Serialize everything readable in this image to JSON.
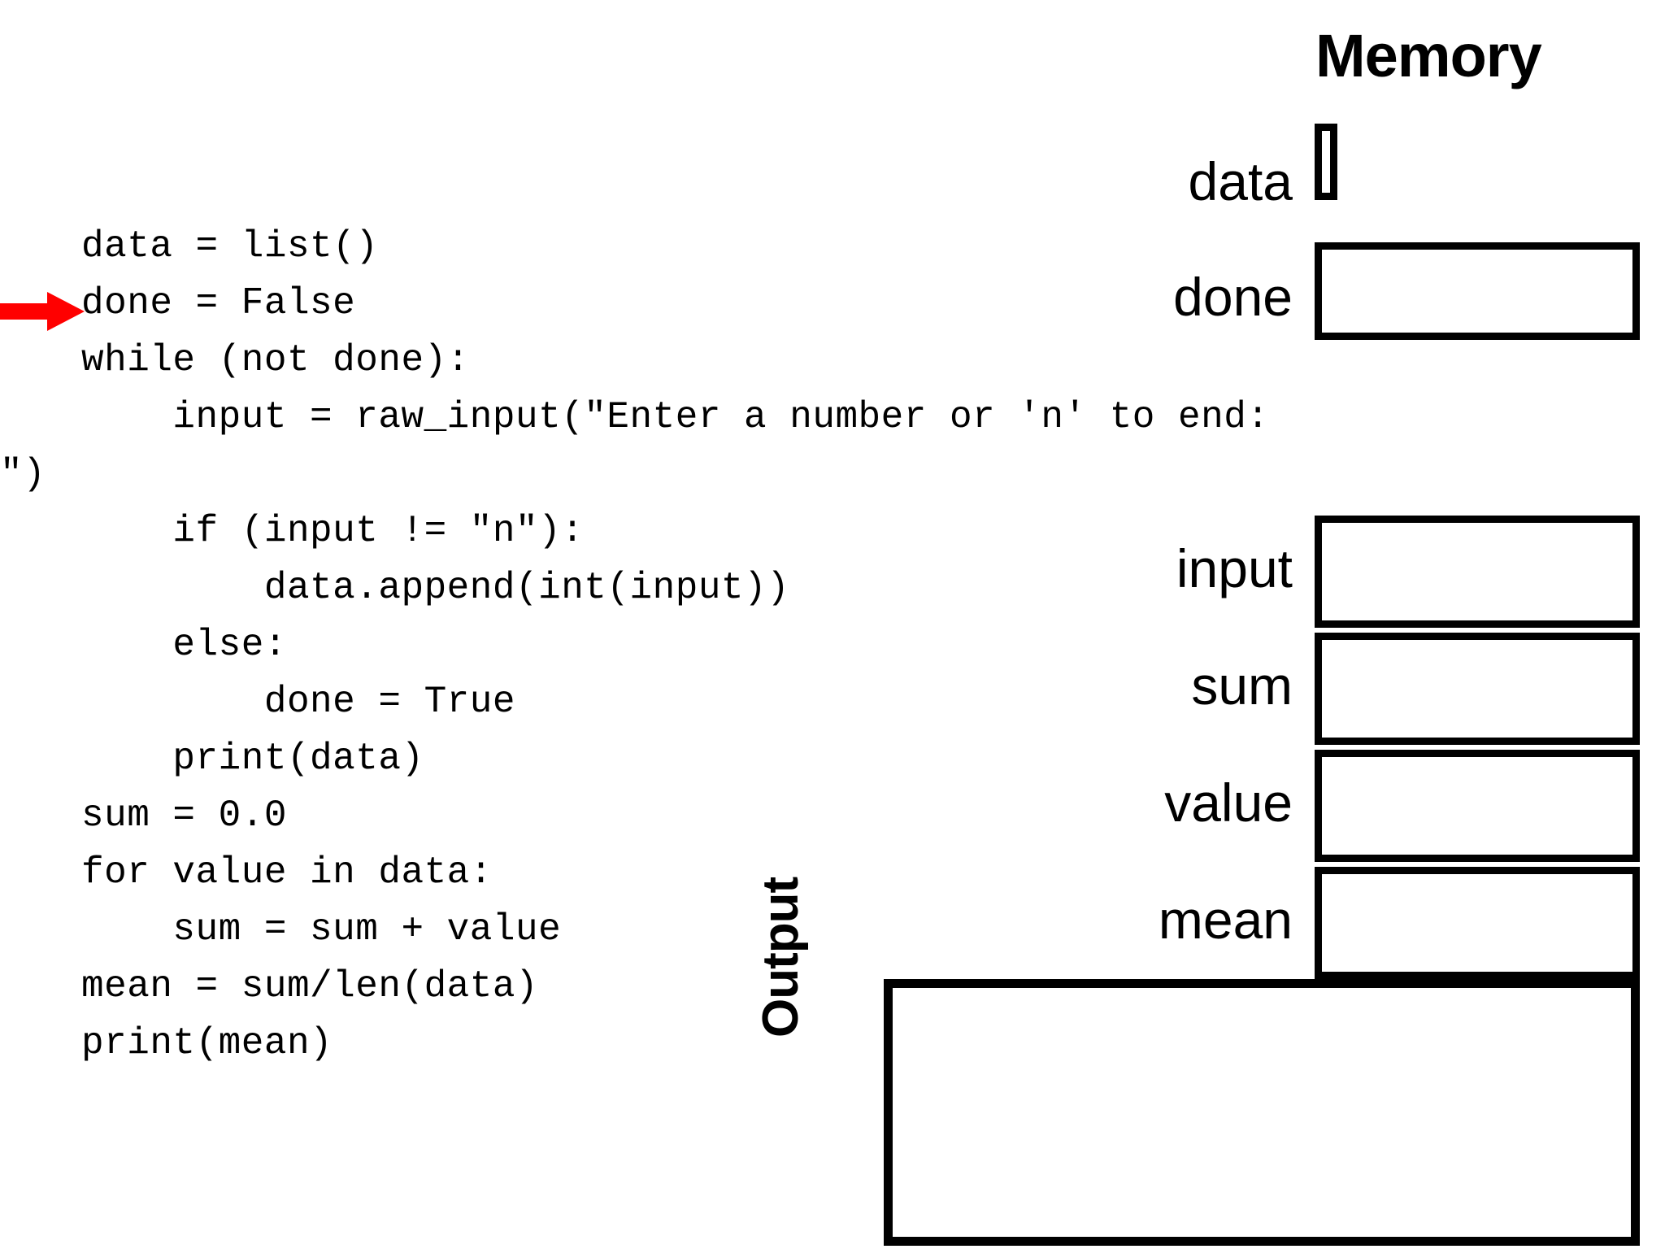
{
  "code": {
    "lines": [
      "data = list()",
      "done = False",
      "",
      "while (not done):",
      "    input = raw_input(\"Enter a number or 'n' to end:",
      "\")",
      "    if (input != \"n\"):",
      "        data.append(int(input))",
      "    else:",
      "        done = True",
      "    print(data)",
      "",
      "sum = 0.0",
      "for value in data:",
      "    sum = sum + value",
      "",
      "mean = sum/len(data)",
      "",
      "print(mean)"
    ],
    "current_line_index": 1,
    "pointer_color": "#FF0000"
  },
  "memory": {
    "title": "Memory",
    "variables": [
      {
        "name": "data",
        "value": ""
      },
      {
        "name": "done",
        "value": ""
      },
      {
        "name": "input",
        "value": ""
      },
      {
        "name": "sum",
        "value": ""
      },
      {
        "name": "value",
        "value": ""
      },
      {
        "name": "mean",
        "value": ""
      }
    ]
  },
  "output": {
    "label": "Output",
    "text": ""
  },
  "colors": {
    "background": "#FFFFFF",
    "foreground": "#000000",
    "arrow": "#FF0000"
  }
}
